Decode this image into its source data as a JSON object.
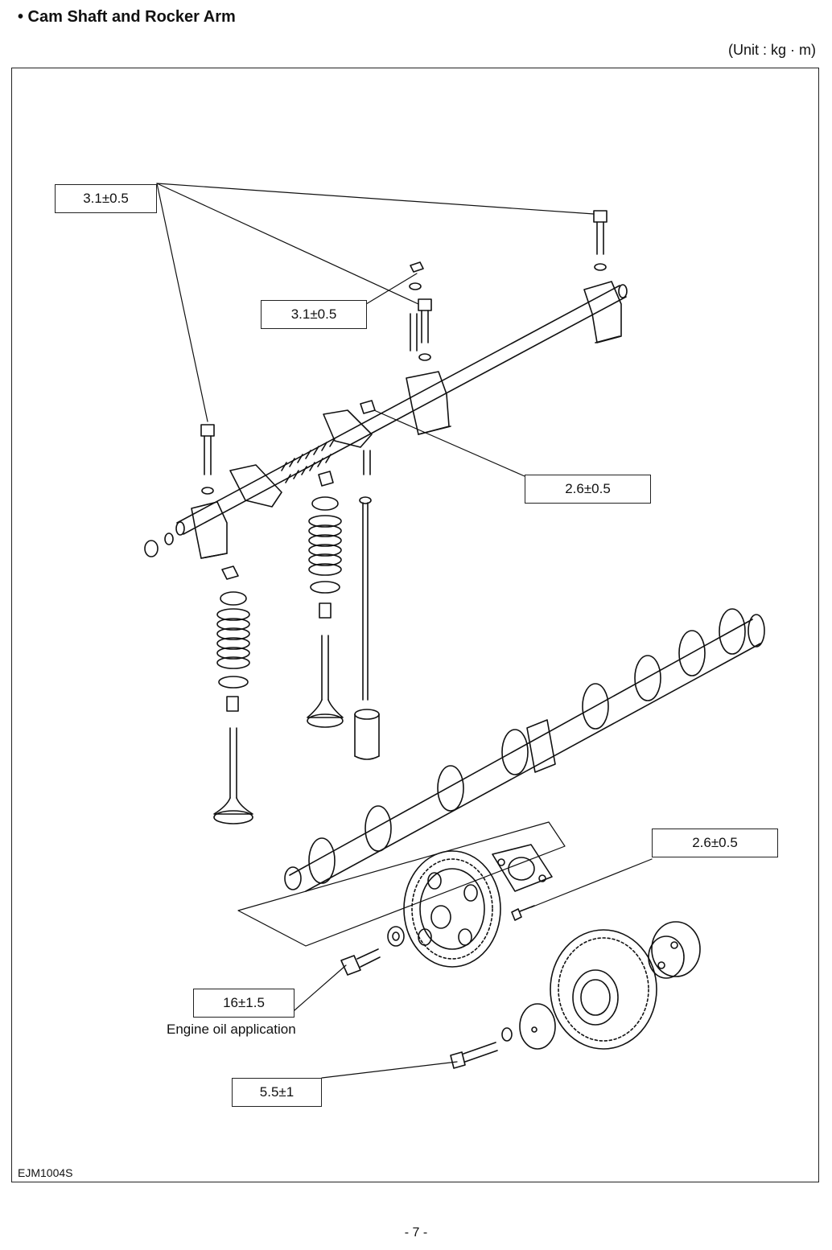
{
  "header": {
    "title": "• Cam Shaft and Rocker Arm",
    "unit": "(Unit : kg · m)"
  },
  "callouts": [
    {
      "id": "rocker-bolt-left-torque",
      "label": "3.1±0.5"
    },
    {
      "id": "rocker-bolt-middle-torque",
      "label": "3.1±0.5"
    },
    {
      "id": "rocker-nut-torque",
      "label": "2.6±0.5"
    },
    {
      "id": "thrust-plate-bolt-torque",
      "label": "2.6±0.5"
    },
    {
      "id": "camshaft-gear-bolt-torque",
      "label": "16±1.5"
    },
    {
      "id": "idler-gear-bolt-torque",
      "label": "5.5±1"
    }
  ],
  "notes": {
    "engine_oil": "Engine oil application"
  },
  "figure_code": "EJM1004S",
  "page_number": "- 7 -"
}
